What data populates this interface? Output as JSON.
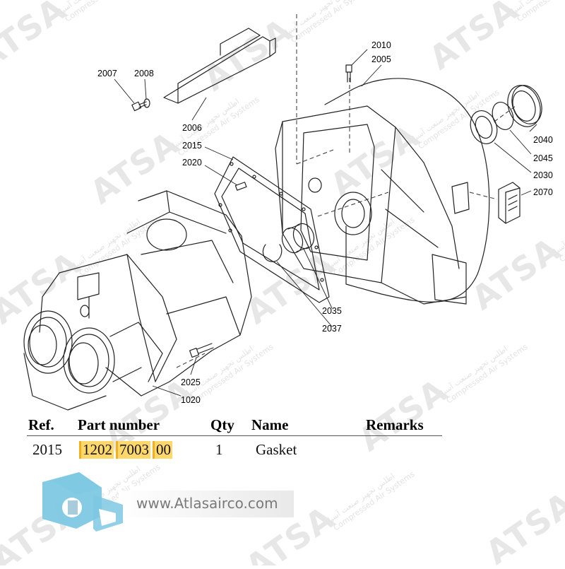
{
  "watermark": {
    "word": "ATSA",
    "subtitle_fa": "اطلس تجهیز صنعت آسیا",
    "subtitle_en": "Compressed Air Systems"
  },
  "callouts": [
    {
      "id": "c2007",
      "text": "2007"
    },
    {
      "id": "c2008",
      "text": "2008"
    },
    {
      "id": "c2006",
      "text": "2006"
    },
    {
      "id": "c2010",
      "text": "2010"
    },
    {
      "id": "c2005",
      "text": "2005"
    },
    {
      "id": "c2015",
      "text": "2015"
    },
    {
      "id": "c2020",
      "text": "2020"
    },
    {
      "id": "c2040",
      "text": "2040"
    },
    {
      "id": "c2045",
      "text": "2045"
    },
    {
      "id": "c2030",
      "text": "2030"
    },
    {
      "id": "c2070",
      "text": "2070"
    },
    {
      "id": "c2035",
      "text": "2035"
    },
    {
      "id": "c2037",
      "text": "2037"
    },
    {
      "id": "c2025",
      "text": "2025"
    },
    {
      "id": "c1020",
      "text": "1020"
    }
  ],
  "table": {
    "headers": {
      "ref": "Ref.",
      "part_number": "Part number",
      "qty": "Qty",
      "name": "Name",
      "remarks": "Remarks"
    },
    "row": {
      "ref": "2015",
      "part_segments": [
        "1202",
        "7003",
        "00"
      ],
      "qty": "1",
      "name": "Gasket",
      "remarks": ""
    }
  },
  "brand": {
    "url": "www.Atlasairco.com",
    "logo_color": "#7ec8e3"
  }
}
